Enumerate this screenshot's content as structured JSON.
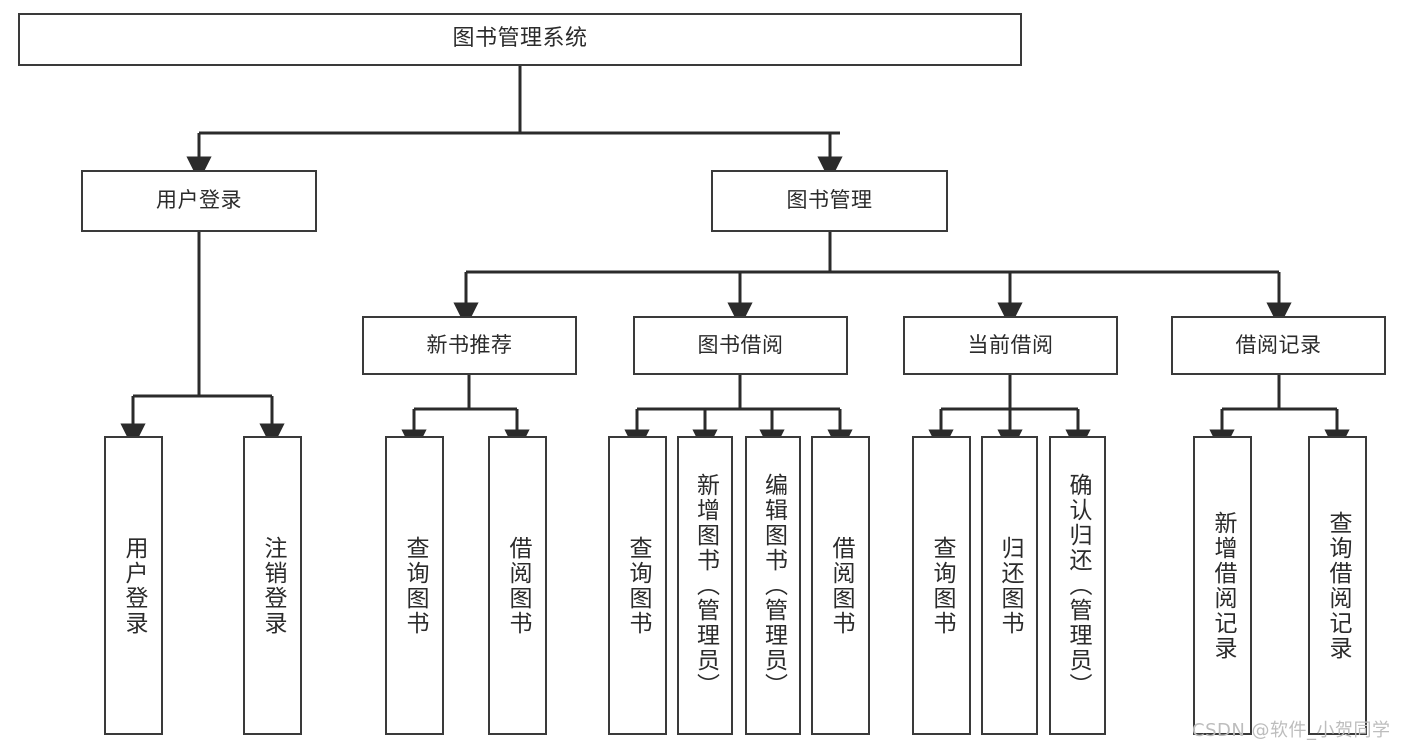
{
  "diagram": {
    "title": "图书管理系统",
    "type": "tree-hierarchy",
    "colors": {
      "border": "#3a3a3a",
      "background": "#ffffff",
      "text": "#2b2b2b",
      "connector": "#2b2b2b",
      "watermark": "#bdbdbd"
    },
    "root": {
      "label": "图书管理系统"
    },
    "level2": [
      {
        "label": "用户登录"
      },
      {
        "label": "图书管理"
      }
    ],
    "level3": [
      {
        "label": "新书推荐"
      },
      {
        "label": "图书借阅"
      },
      {
        "label": "当前借阅"
      },
      {
        "label": "借阅记录"
      }
    ],
    "leaves": {
      "user_login": [
        {
          "label": "用户登录"
        },
        {
          "label": "注销登录"
        }
      ],
      "new_book_recommend": [
        {
          "label": "查询图书"
        },
        {
          "label": "借阅图书"
        }
      ],
      "book_borrow": [
        {
          "label": "查询图书"
        },
        {
          "label": "新增图书（管理员）"
        },
        {
          "label": "编辑图书（管理员）"
        },
        {
          "label": "借阅图书"
        }
      ],
      "current_borrow": [
        {
          "label": "查询图书"
        },
        {
          "label": "归还图书"
        },
        {
          "label": "确认归还（管理员）"
        }
      ],
      "borrow_record": [
        {
          "label": "新增借阅记录"
        },
        {
          "label": "查询借阅记录"
        }
      ]
    }
  },
  "watermark": {
    "text": "CSDN @软件_小贺同学"
  }
}
